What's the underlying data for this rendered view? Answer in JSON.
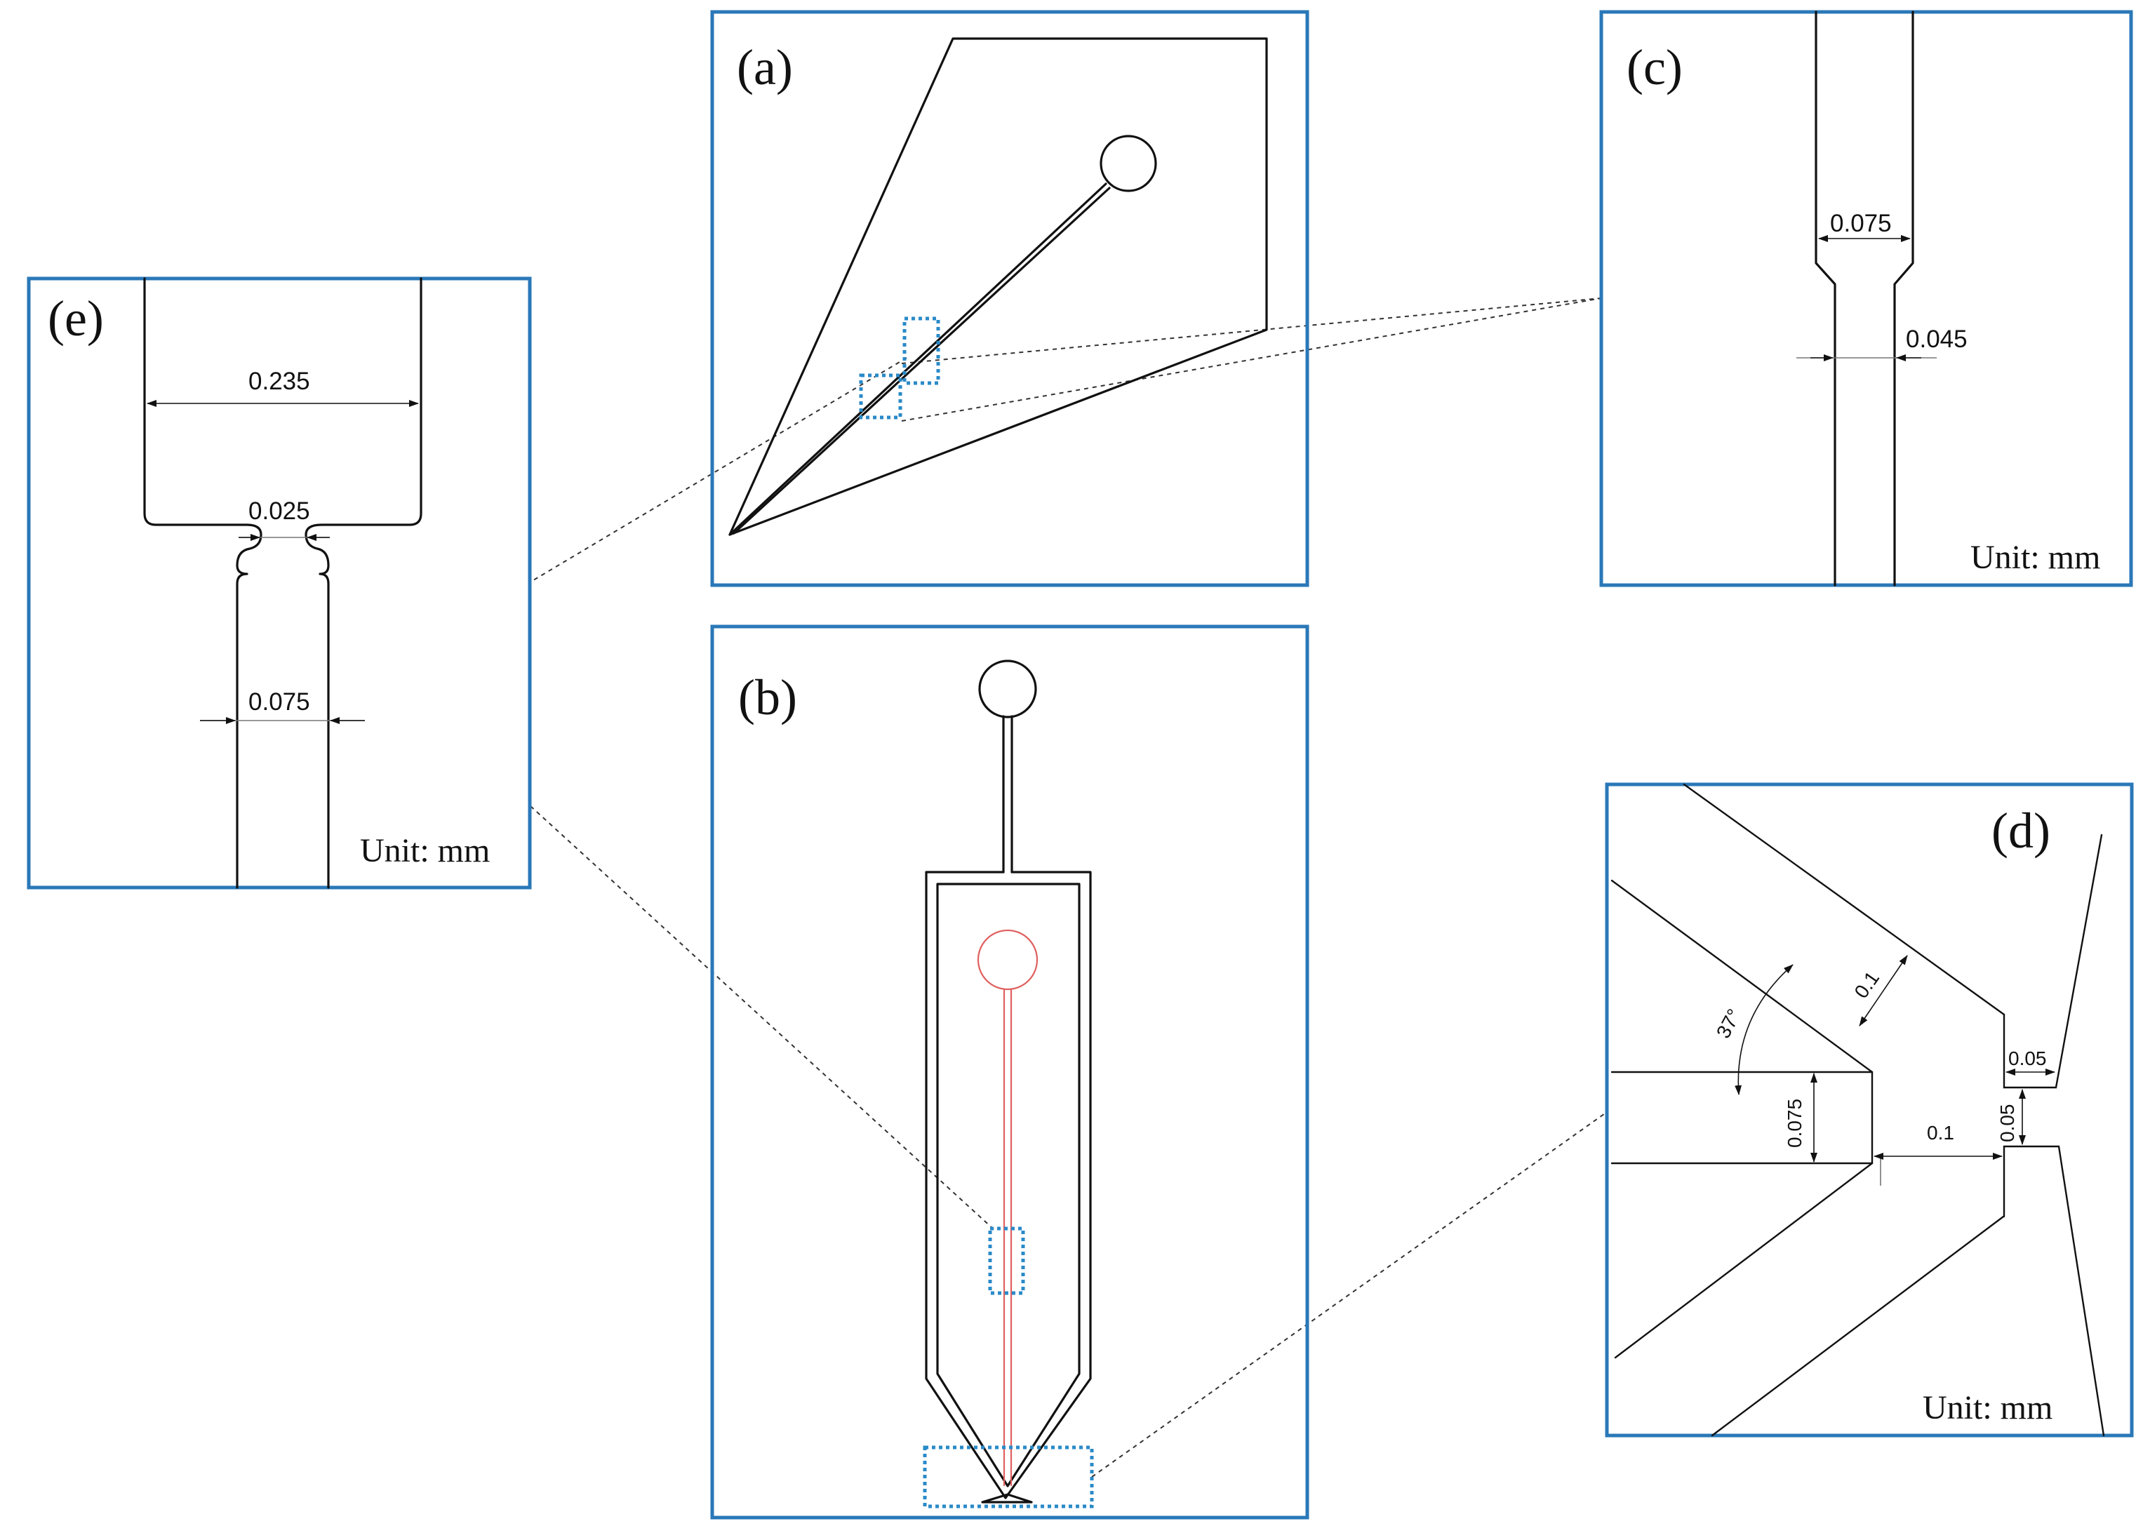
{
  "panels": {
    "a": {
      "label": "(a)"
    },
    "b": {
      "label": "(b)"
    },
    "c": {
      "label": "(c)",
      "unit": "Unit: mm",
      "dim_upper": "0.075",
      "dim_lower": "0.045"
    },
    "d": {
      "label": "(d)",
      "unit": "Unit: mm",
      "dim_angle": "37°",
      "dim_diag": "0.1",
      "dim_top_right": "0.05",
      "dim_vert_right": "0.05",
      "dim_channel": "0.075",
      "dim_gap": "0.1"
    },
    "e": {
      "label": "(e)",
      "unit": "Unit: mm",
      "dim_wide": "0.235",
      "dim_neck": "0.025",
      "dim_channel": "0.075"
    }
  },
  "colors": {
    "frame": "#2a78b8",
    "zoom_box": "#2a8ac8",
    "ink": "#111111",
    "red_channel": "#e06060"
  }
}
